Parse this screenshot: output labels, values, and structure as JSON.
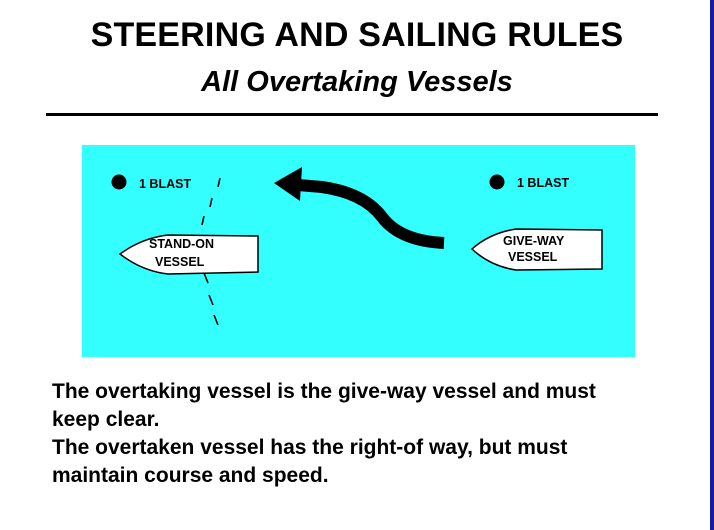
{
  "header": {
    "title": "STEERING AND SAILING RULES",
    "subtitle": "All Overtaking Vessels"
  },
  "diagram": {
    "background_color": "#33ffff",
    "stand_on": {
      "label_line1": "STAND-ON",
      "label_line2": "VESSEL",
      "signal": "1 BLAST"
    },
    "give_way": {
      "label_line1": "GIVE-WAY",
      "label_line2": "VESSEL",
      "signal": "1 BLAST"
    },
    "arrow_icon": "curved-arrow-left-icon",
    "signal_icon": "black-dot-icon"
  },
  "body": {
    "paragraph1_line1": "The overtaking vessel is the give-way vessel and must",
    "paragraph1_line2": "keep clear.",
    "paragraph2_line1": "The overtaken vessel has the right-of way, but must",
    "paragraph2_line2": "maintain course and speed."
  },
  "colors": {
    "accent_edge": "#1a1aa8",
    "water": "#33ffff",
    "text": "#000000"
  }
}
